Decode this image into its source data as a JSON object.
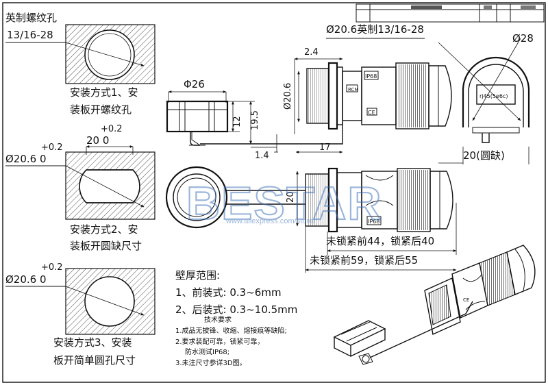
{
  "title_block": {
    "cells": [
      "",
      "",
      "",
      "",
      ""
    ],
    "cell2": ""
  },
  "method1": {
    "heading_line1": "英制螺纹孔",
    "heading_line2": "13/16-28",
    "caption_line1": "安装方式1、安",
    "caption_line2": "装板开螺纹孔"
  },
  "method2": {
    "tol_top": "+0.2",
    "dim_width": "20 0",
    "tol_left": "+0.2",
    "dim_dia": "Ø20.6 0",
    "caption_line1": "安装方式2、安",
    "caption_line2": "装板开圆缺尺寸"
  },
  "method3": {
    "tol": "+0.2",
    "dim_dia": "Ø20.6 0",
    "caption_line1": "安装方式3、安装",
    "caption_line2": "板开简单圆孔尺寸"
  },
  "cap_view": {
    "dia": "Φ26",
    "h12": "12",
    "h195": "19.5",
    "d14": "1.4",
    "d17": "17"
  },
  "side_view": {
    "thread": "Ø20.6英制13/16-28",
    "d24": "2.4",
    "d206": "Ø20.6",
    "label_ip68": "IP68",
    "label_ce": "CE",
    "label_rcm": "RCM"
  },
  "front_view": {
    "dia": "Ø28",
    "notch": "20(圆缺)",
    "plate": "rj45(5e6c)"
  },
  "front_side": {
    "d20": "20",
    "len1": "未锁紧前44，锁紧后40",
    "len2": "未锁紧前59，锁紧后55",
    "label_ip68": "IP68"
  },
  "watermark": {
    "brand": "BESTAR",
    "url": "www.aliexpress.com/store/"
  },
  "wall": {
    "title": "壁厚范围:",
    "front": "1、前装式: 0.3~6mm",
    "back": "2、后装式: 0.3~10.5mm"
  },
  "tech": {
    "title": "技术要求",
    "item1": "1.成品无披锋、收缩、熔接痕等缺陷;",
    "item2": "2.要求装配可靠，锁紧可靠，",
    "item2b": "防水测试IP68;",
    "item3": "3.未注尺寸参详3D图。"
  },
  "colors": {
    "line": "#111111",
    "watermark": "#3a6fb8"
  }
}
